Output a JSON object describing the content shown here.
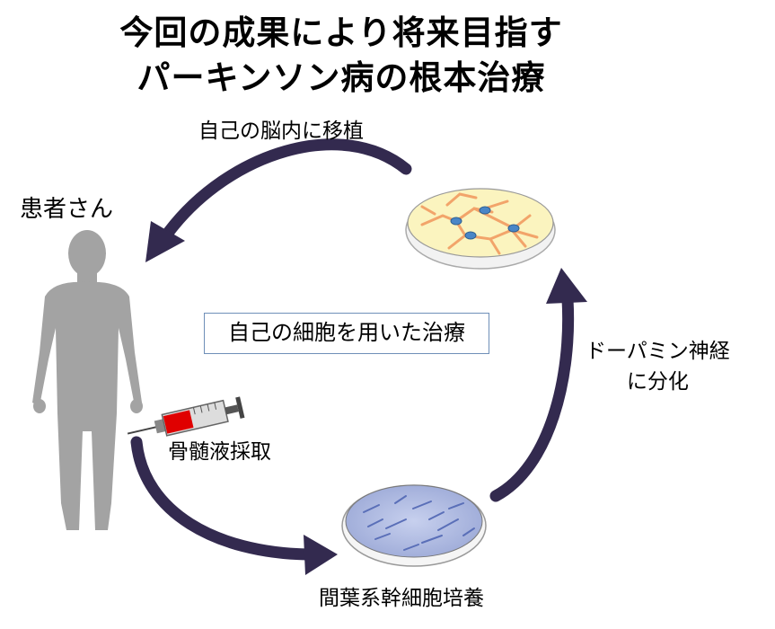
{
  "title": {
    "line1": "今回の成果により将来目指す",
    "line2": "パーキンソン病の根本治療"
  },
  "labels": {
    "transplant": "自己の脳内に移植",
    "patient": "患者さん",
    "marrow": "骨髄液採取",
    "culture": "間葉系幹細胞培養",
    "differentiation_line1": "ドーパミン神経",
    "differentiation_line2": "に分化",
    "center": "自己の細胞を用いた治療"
  },
  "colors": {
    "arrow": "#332a4f",
    "figure": "#a3a3a3",
    "dish_fill": "#fbf4bf",
    "neuron": "#f2a46a",
    "syringe_red": "#e00000",
    "box_border": "#6f8fb8",
    "culture_cells": "#5a6fb8"
  },
  "icons": {
    "patient": "human-silhouette-icon",
    "syringe": "syringe-icon",
    "neuron_dish": "petri-dish-neurons-icon",
    "culture_dish": "petri-dish-culture-icon"
  }
}
